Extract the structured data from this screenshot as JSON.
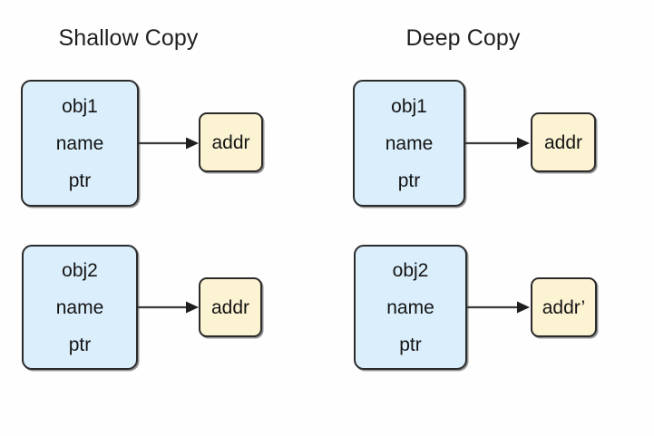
{
  "diagram": {
    "title_shallow": "Shallow Copy",
    "title_deep": "Deep Copy",
    "background_color": "#fefefe",
    "object_box_fill": "#daeefb",
    "addr_box_fill": "#fcf3d2",
    "border_color": "#2b2b2b",
    "arrow_color": "#3a3a3a",
    "text_color": "#141414"
  },
  "columns": [
    {
      "id": "shallow-copy",
      "title": "Shallow Copy",
      "rows": [
        {
          "id": "shallow-obj1",
          "object": {
            "name": "obj1",
            "field1": "name",
            "field2": "ptr"
          },
          "arrow": {
            "label": ""
          },
          "target": {
            "label": "addr"
          }
        },
        {
          "id": "shallow-obj2",
          "object": {
            "name": "obj2",
            "field1": "name",
            "field2": "ptr"
          },
          "arrow": {
            "label": ""
          },
          "target": {
            "label": "addr"
          }
        }
      ]
    },
    {
      "id": "deep-copy",
      "title": "Deep Copy",
      "rows": [
        {
          "id": "deep-obj1",
          "object": {
            "name": "obj1",
            "field1": "name",
            "field2": "ptr"
          },
          "arrow": {
            "label": ""
          },
          "target": {
            "label": "addr"
          }
        },
        {
          "id": "deep-obj2",
          "object": {
            "name": "obj2",
            "field1": "name",
            "field2": "ptr"
          },
          "arrow": {
            "label": ""
          },
          "target": {
            "label": "addr’"
          }
        }
      ]
    }
  ]
}
